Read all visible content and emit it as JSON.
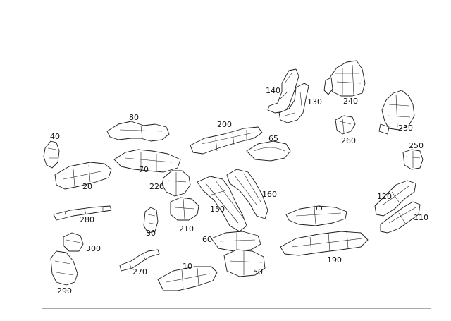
{
  "labels": {
    "p10": "10",
    "p20": "20",
    "p30": "30",
    "p40": "40",
    "p50": "50",
    "p55": "55",
    "p60": "60",
    "p65": "65",
    "p70": "70",
    "p80": "80",
    "p110": "110",
    "p120": "120",
    "p130": "130",
    "p140": "140",
    "p150": "150",
    "p160": "160",
    "p190": "190",
    "p200": "200",
    "p210": "210",
    "p220": "220",
    "p230": "230",
    "p240": "240",
    "p250": "250",
    "p260": "260",
    "p270": "270",
    "p280": "280",
    "p290": "290",
    "p300": "300"
  },
  "colors": {
    "line": "#1a1a1a",
    "background": "#ffffff",
    "rule": "#555555"
  }
}
